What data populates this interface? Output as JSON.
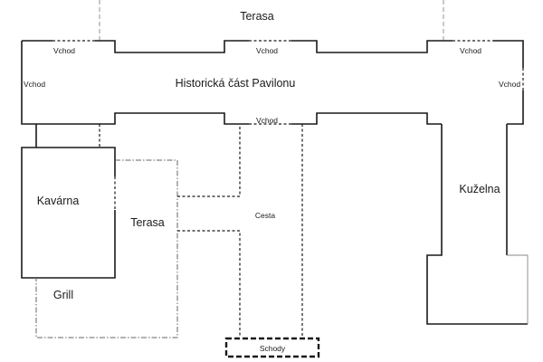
{
  "labels": {
    "terasa_top": "Terasa",
    "pavilon": "Historická část Pavilonu",
    "vchod_top_left": "Vchod",
    "vchod_top_mid": "Vchod",
    "vchod_top_right": "Vchod",
    "vchod_left": "Vchod",
    "vchod_right": "Vchod",
    "vchod_bottom": "Vchod",
    "kavarna": "Kavárna",
    "terasa_mid": "Terasa",
    "cesta": "Cesta",
    "grill": "Grill",
    "kuzelna": "Kuželna",
    "schody": "Schody"
  }
}
